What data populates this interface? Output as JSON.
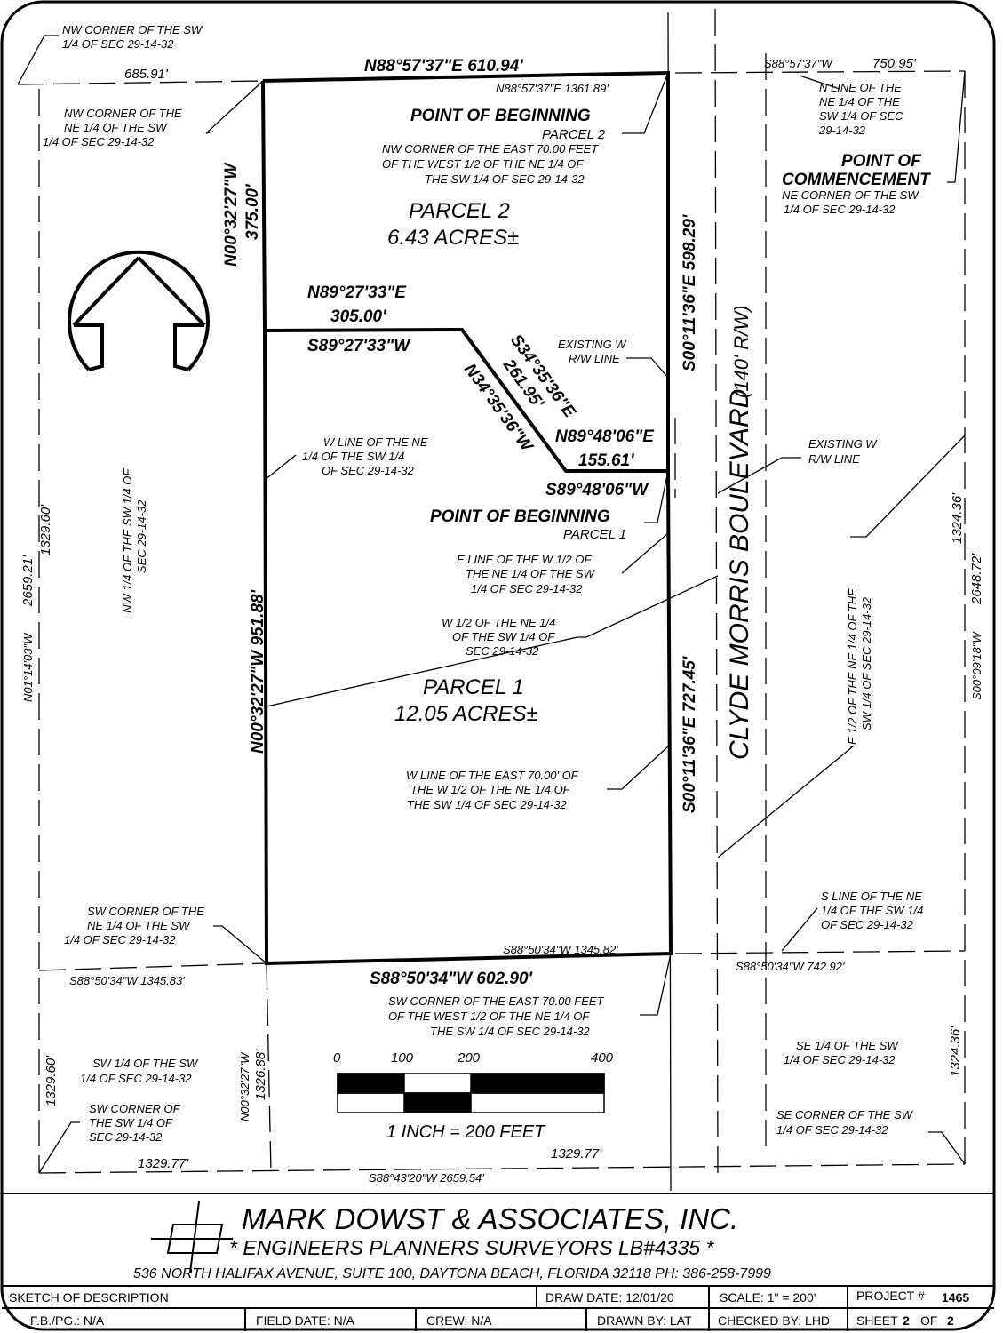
{
  "sheet": {
    "corners": {
      "nw_sw": [
        "NW CORNER OF THE SW",
        "1/4 OF SEC 29-14-32"
      ],
      "nw_ne": [
        "NW CORNER OF THE",
        "NE 1/4 OF THE SW",
        "1/4 OF SEC 29-14-32"
      ],
      "sw_ne": [
        "SW CORNER OF THE",
        "NE 1/4 OF THE SW",
        "1/4 OF SEC 29-14-32"
      ],
      "sw_sw": [
        "SW CORNER OF",
        "THE SW 1/4 OF",
        "SEC 29-14-32"
      ],
      "se_sw": [
        "SE CORNER OF THE SW",
        "1/4 OF SEC 29-14-32"
      ]
    },
    "pob2": {
      "title": "POINT OF BEGINNING",
      "sub": "PARCEL 2",
      "desc": [
        "NW CORNER OF THE EAST 70.00 FEET",
        "OF THE WEST 1/2 OF THE NE 1/4 OF",
        "THE SW 1/4 OF SEC 29-14-32"
      ]
    },
    "poc": {
      "title": [
        "POINT OF",
        "COMMENCEMENT"
      ],
      "desc": [
        "NE CORNER OF THE SW",
        "1/4 OF SEC 29-14-32"
      ]
    },
    "pob1": {
      "title": "POINT OF BEGINNING",
      "sub": "PARCEL 1"
    },
    "parcel2": {
      "name": "PARCEL 2",
      "area": "6.43 ACRES±"
    },
    "parcel1": {
      "name": "PARCEL 1",
      "area": "12.05 ACRES±"
    },
    "road": {
      "name": "CLYDE MORRIS BOULEVARD",
      "rw": "(140' R/W)"
    },
    "bearings": {
      "top_short": "N88°57'37\"E  610.94'",
      "top_long": "N88°57'37\"E 1361.89'",
      "top_left": "685.91'",
      "top_right_b": "S88°57'37\"W",
      "top_right_d": "750.95'",
      "west_upper_b": "N00°32'27\"W",
      "west_upper_d": "375.00'",
      "mid_n_b": "N89°27'33\"E",
      "mid_n_d": "305.00'",
      "mid_s_b": "S89°27'33\"W",
      "diag_b1": "S34°35'36\"E",
      "diag_d": "261.95'",
      "diag_b2": "N34°35'36\"W",
      "jog_n_b": "N89°48'06\"E",
      "jog_d": "155.61'",
      "jog_s_b": "S89°48'06\"W",
      "east_upper": "S00°11'36\"E  598.29'",
      "east_lower": "S00°11'36\"E  727.45'",
      "west_lower": "N00°32'27\"W  951.88'",
      "bottom_short": "S88°50'34\"W  602.90'",
      "bottom_long": "S88°50'34\"W 1345.82'",
      "bottom_left": "S88°50'34\"W  1345.83'",
      "bottom_right": "S88°50'34\"W  742.92'",
      "far_left_b": "N01°14'03\"W",
      "far_left_d": "2659.21'",
      "far_left_half": "1329.60'",
      "far_right_b": "S00°09'18\"W",
      "far_right_d": "2648.72'",
      "far_right_half": "1324.36'",
      "lower_left_half": "1329.60'",
      "lower_right_half": "1324.36'",
      "south_left": "1329.77'",
      "south_right": "1329.77'",
      "south_total": "S88°43'20\"W  2659.54'",
      "small_west_b": "N00°32'27\"W",
      "small_west_d": "1326.88'"
    },
    "notes": {
      "existing_rw_1": [
        "EXISTING W",
        "R/W LINE"
      ],
      "existing_rw_2": [
        "EXISTING W",
        "R/W LINE"
      ],
      "n_line": [
        "N LINE OF THE",
        "NE 1/4 OF THE",
        "SW 1/4 OF SEC",
        "29-14-32"
      ],
      "w_line_ne": [
        "W LINE OF THE NE",
        "1/4 OF THE SW 1/4",
        "OF SEC 29-14-32"
      ],
      "e_line_w": [
        "E LINE OF THE W 1/2 OF",
        "THE NE 1/4 OF THE SW",
        "1/4 OF SEC 29-14-32"
      ],
      "w_half": [
        "W 1/2 OF THE NE 1/4",
        "OF THE SW 1/4 OF",
        "SEC 29-14-32"
      ],
      "w_line_east70": [
        "W LINE OF THE EAST 70.00' OF",
        "THE W 1/2 OF THE NE 1/4 OF",
        "THE SW 1/4 OF SEC 29-14-32"
      ],
      "s_line": [
        "S LINE OF THE NE",
        "1/4 OF THE SW 1/4",
        "OF SEC 29-14-32"
      ],
      "sw_east70": [
        "SW CORNER OF THE EAST 70.00 FEET",
        "OF THE WEST 1/2 OF THE NE 1/4 OF",
        "THE SW 1/4 OF SEC 29-14-32"
      ],
      "nw_quarter": [
        "NW 1/4 OF THE SW 1/4 OF",
        "SEC 29-14-32"
      ],
      "e_half": [
        "E 1/2 OF THE NE 1/4 OF THE",
        "SW 1/4 OF SEC 29-14-32"
      ],
      "sw_quarter": [
        "SW 1/4 OF THE SW",
        "1/4 OF SEC 29-14-32"
      ],
      "se_quarter": [
        "SE 1/4 OF THE SW",
        "1/4 OF SEC 29-14-32"
      ]
    },
    "scale_bar": {
      "ticks": [
        "0",
        "100",
        "200",
        "400"
      ],
      "caption": "1 INCH = 200 FEET"
    }
  },
  "firm": {
    "name": "MARK DOWST & ASSOCIATES, INC.",
    "services": "* ENGINEERS  PLANNERS  SURVEYORS  LB#4335  *",
    "address": "536 NORTH HALIFAX AVENUE, SUITE 100, DAYTONA BEACH, FLORIDA 32118   PH: 386-258-7999"
  },
  "title_block": {
    "description": "SKETCH OF DESCRIPTION",
    "draw_date": "DRAW DATE: 12/01/20",
    "scale": "SCALE:  1\"  =  200'",
    "project_label": "PROJECT #",
    "project_no": "1465",
    "fb": "F.B./PG.:  N/A",
    "field_date": "FIELD DATE:  N/A",
    "crew": "CREW:  N/A",
    "drawn_by": "DRAWN BY:  LAT",
    "checked_by": "CHECKED BY:  LHD",
    "sheet_label": "SHEET",
    "sheet_no": "2",
    "sheet_of": "OF",
    "sheet_total": "2"
  }
}
